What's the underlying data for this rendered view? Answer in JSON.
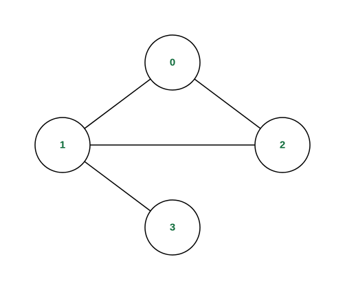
{
  "graph": {
    "label_color": "#0e6b3a",
    "nodes": [
      {
        "id": "n0",
        "label": "0"
      },
      {
        "id": "n1",
        "label": "1"
      },
      {
        "id": "n2",
        "label": "2"
      },
      {
        "id": "n3",
        "label": "3"
      }
    ],
    "edges": [
      {
        "from": "n0",
        "to": "n1"
      },
      {
        "from": "n0",
        "to": "n2"
      },
      {
        "from": "n1",
        "to": "n2"
      },
      {
        "from": "n1",
        "to": "n3"
      }
    ]
  }
}
